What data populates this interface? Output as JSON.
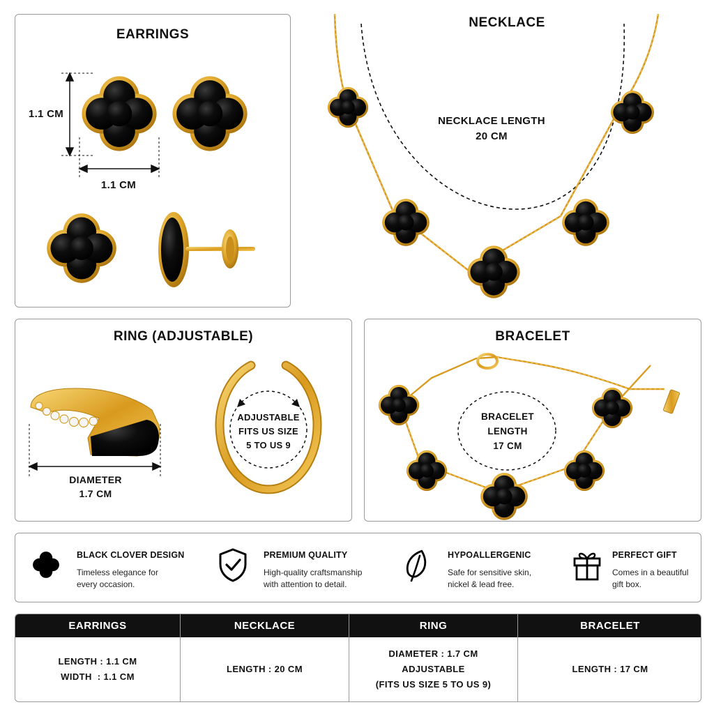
{
  "panels": {
    "earrings": {
      "title": "EARRINGS",
      "height_label": "1.1 CM",
      "width_label": "1.1 CM"
    },
    "necklace": {
      "title": "NECKLACE",
      "length_label_line1": "NECKLACE LENGTH",
      "length_label_line2": "20 CM"
    },
    "ring": {
      "title": "RING (ADJUSTABLE)",
      "diameter_line1": "DIAMETER",
      "diameter_line2": "1.7 CM",
      "adjust_line1": "ADJUSTABLE",
      "adjust_line2": "FITS US SIZE",
      "adjust_line3": "5 TO US 9"
    },
    "bracelet": {
      "title": "BRACELET",
      "length_line1": "BRACELET",
      "length_line2": "LENGTH",
      "length_line3": "17 CM"
    }
  },
  "features": [
    {
      "icon": "clover-icon",
      "title": "BLACK CLOVER DESIGN",
      "desc1": "Timeless elegance for",
      "desc2": "every occasion."
    },
    {
      "icon": "shield-check-icon",
      "title": "PREMIUM QUALITY",
      "desc1": "High-quality craftsmanship",
      "desc2": "with attention to detail."
    },
    {
      "icon": "leaf-icon",
      "title": "HYPOALLERGENIC",
      "desc1": "Safe for sensitive skin,",
      "desc2": "nickel & lead free."
    },
    {
      "icon": "gift-icon",
      "title": "PERFECT GIFT",
      "desc1": "Comes in a beautiful",
      "desc2": "gift box."
    }
  ],
  "spec_table": {
    "headers": [
      "EARRINGS",
      "NECKLACE",
      "RING",
      "BRACELET"
    ],
    "cells": [
      [
        "LENGTH : 1.1 CM",
        "WIDTH  : 1.1 CM"
      ],
      [
        "LENGTH : 20 CM"
      ],
      [
        "DIAMETER : 1.7 CM",
        "ADJUSTABLE",
        "(FITS US SIZE 5 TO US 9)"
      ],
      [
        "LENGTH : 17 CM"
      ]
    ]
  },
  "colors": {
    "gold": "#e0a72a",
    "gold_dark": "#b67e10",
    "onyx": "#0a0a0a",
    "border": "#9a9a9a",
    "header_bg": "#111111"
  }
}
